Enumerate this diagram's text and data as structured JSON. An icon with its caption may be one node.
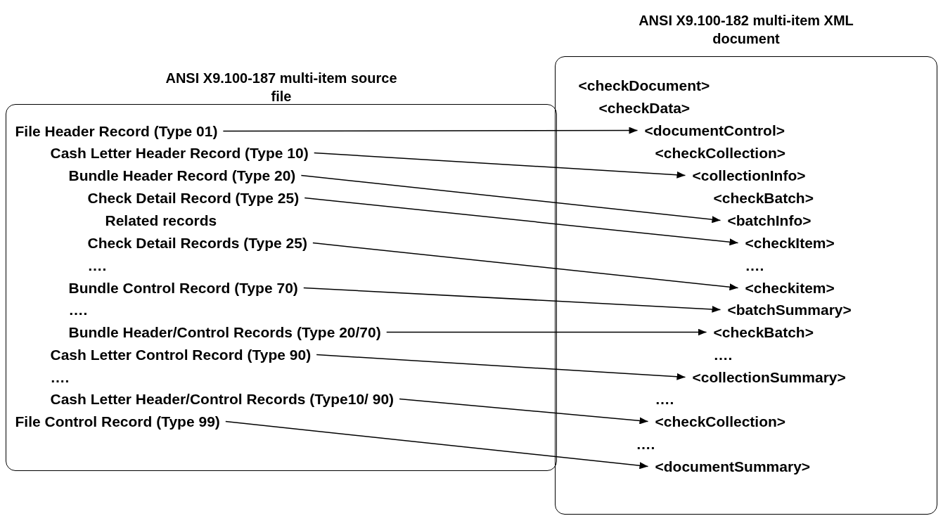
{
  "diagram": {
    "nodes": [
      {
        "text": [
          "ANSI X9.100-187 multi-item source file"
        ]
      },
      {
        "text": [
          "File Header Record (Type 01)"
        ],
        "in": 0
      },
      {
        "text": [
          "Cash Letter Header Record (Type 10)"
        ],
        "in": 0
      },
      {
        "text": [
          "Bundle Header Record (Type 20)"
        ],
        "in": 0
      },
      {
        "text": [
          "Check Detail Record (Type 25)"
        ],
        "in": 0
      },
      {
        "text": [
          "Related records"
        ],
        "in": 0
      },
      {
        "text": [
          "Check Detail Records (Type 25)"
        ],
        "in": 0
      },
      {
        "text": [
          "…."
        ],
        "in": 0
      },
      {
        "text": [
          "Bundle Control Record (Type 70)"
        ],
        "in": 0
      },
      {
        "text": [
          "…."
        ],
        "in": 0
      },
      {
        "text": [
          "Bundle Header/Control Records (Type 20/70)"
        ],
        "in": 0
      },
      {
        "text": [
          "Cash Letter Control Record (Type 90)"
        ],
        "in": 0
      },
      {
        "text": [
          "…."
        ],
        "in": 0
      },
      {
        "text": [
          "Cash Letter Header/Control Records (Type10/ 90)"
        ],
        "in": 0
      },
      {
        "text": [
          "File Control Record (Type 99)"
        ],
        "in": 0
      },
      {
        "text": [
          "ANSI X9.100-182 multi-item XML document"
        ]
      },
      {
        "text": [
          "<checkDocument>"
        ],
        "in": 15
      },
      {
        "text": [
          "<checkData>"
        ],
        "in": 15
      },
      {
        "text": [
          "<documentControl>"
        ],
        "in": 15
      },
      {
        "text": [
          "<checkCollection>"
        ],
        "in": 15
      },
      {
        "text": [
          "<collectionInfo>"
        ],
        "in": 15
      },
      {
        "text": [
          "<checkBatch>"
        ],
        "in": 15
      },
      {
        "text": [
          "<batchInfo>"
        ],
        "in": 15
      },
      {
        "text": [
          "<checkItem>"
        ],
        "in": 15
      },
      {
        "text": [
          "…."
        ],
        "in": 15
      },
      {
        "text": [
          "<checkitem>"
        ],
        "in": 15
      },
      {
        "text": [
          "<batchSummary>"
        ],
        "in": 15
      },
      {
        "text": [
          "<checkBatch>"
        ],
        "in": 15
      },
      {
        "text": [
          "…."
        ],
        "in": 15
      },
      {
        "text": [
          "<collectionSummary>"
        ],
        "in": 15
      },
      {
        "text": [
          "…."
        ],
        "in": 15
      },
      {
        "text": [
          "<checkCollection>"
        ],
        "in": 15
      },
      {
        "text": [
          "…."
        ],
        "in": 15
      },
      {
        "text": [
          "<documentSummary>"
        ],
        "in": 15
      }
    ],
    "edges": [
      {
        "from": 1,
        "to": 18,
        "arrow": "to"
      },
      {
        "from": 2,
        "to": 20,
        "arrow": "to"
      },
      {
        "from": 3,
        "to": 22,
        "arrow": "to"
      },
      {
        "from": 4,
        "to": 23,
        "arrow": "to"
      },
      {
        "from": 6,
        "to": 25,
        "arrow": "to"
      },
      {
        "from": 8,
        "to": 26,
        "arrow": "to"
      },
      {
        "from": 10,
        "to": 27,
        "arrow": "to"
      },
      {
        "from": 11,
        "to": 29,
        "arrow": "to"
      },
      {
        "from": 13,
        "to": 31,
        "arrow": "to"
      },
      {
        "from": 14,
        "to": 33,
        "arrow": "to"
      }
    ]
  }
}
